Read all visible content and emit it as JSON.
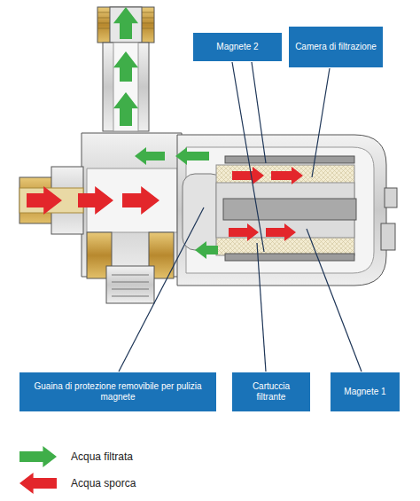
{
  "diagram": {
    "nodes": [
      {
        "text": [
          "Magnete 2"
        ]
      },
      {
        "text": [
          "Camera di filtrazione"
        ]
      },
      {
        "text": [
          "Guaina di protezione removibile per pulizia magnete"
        ]
      },
      {
        "text": [
          "Cartuccia filtrante"
        ]
      },
      {
        "text": [
          "Magnete 1"
        ]
      }
    ],
    "edges": [],
    "legend": [
      {
        "text": "Acqua filtrata",
        "color": "#3fae49"
      },
      {
        "text": "Acqua sporca",
        "color": "#e3262b"
      }
    ]
  }
}
